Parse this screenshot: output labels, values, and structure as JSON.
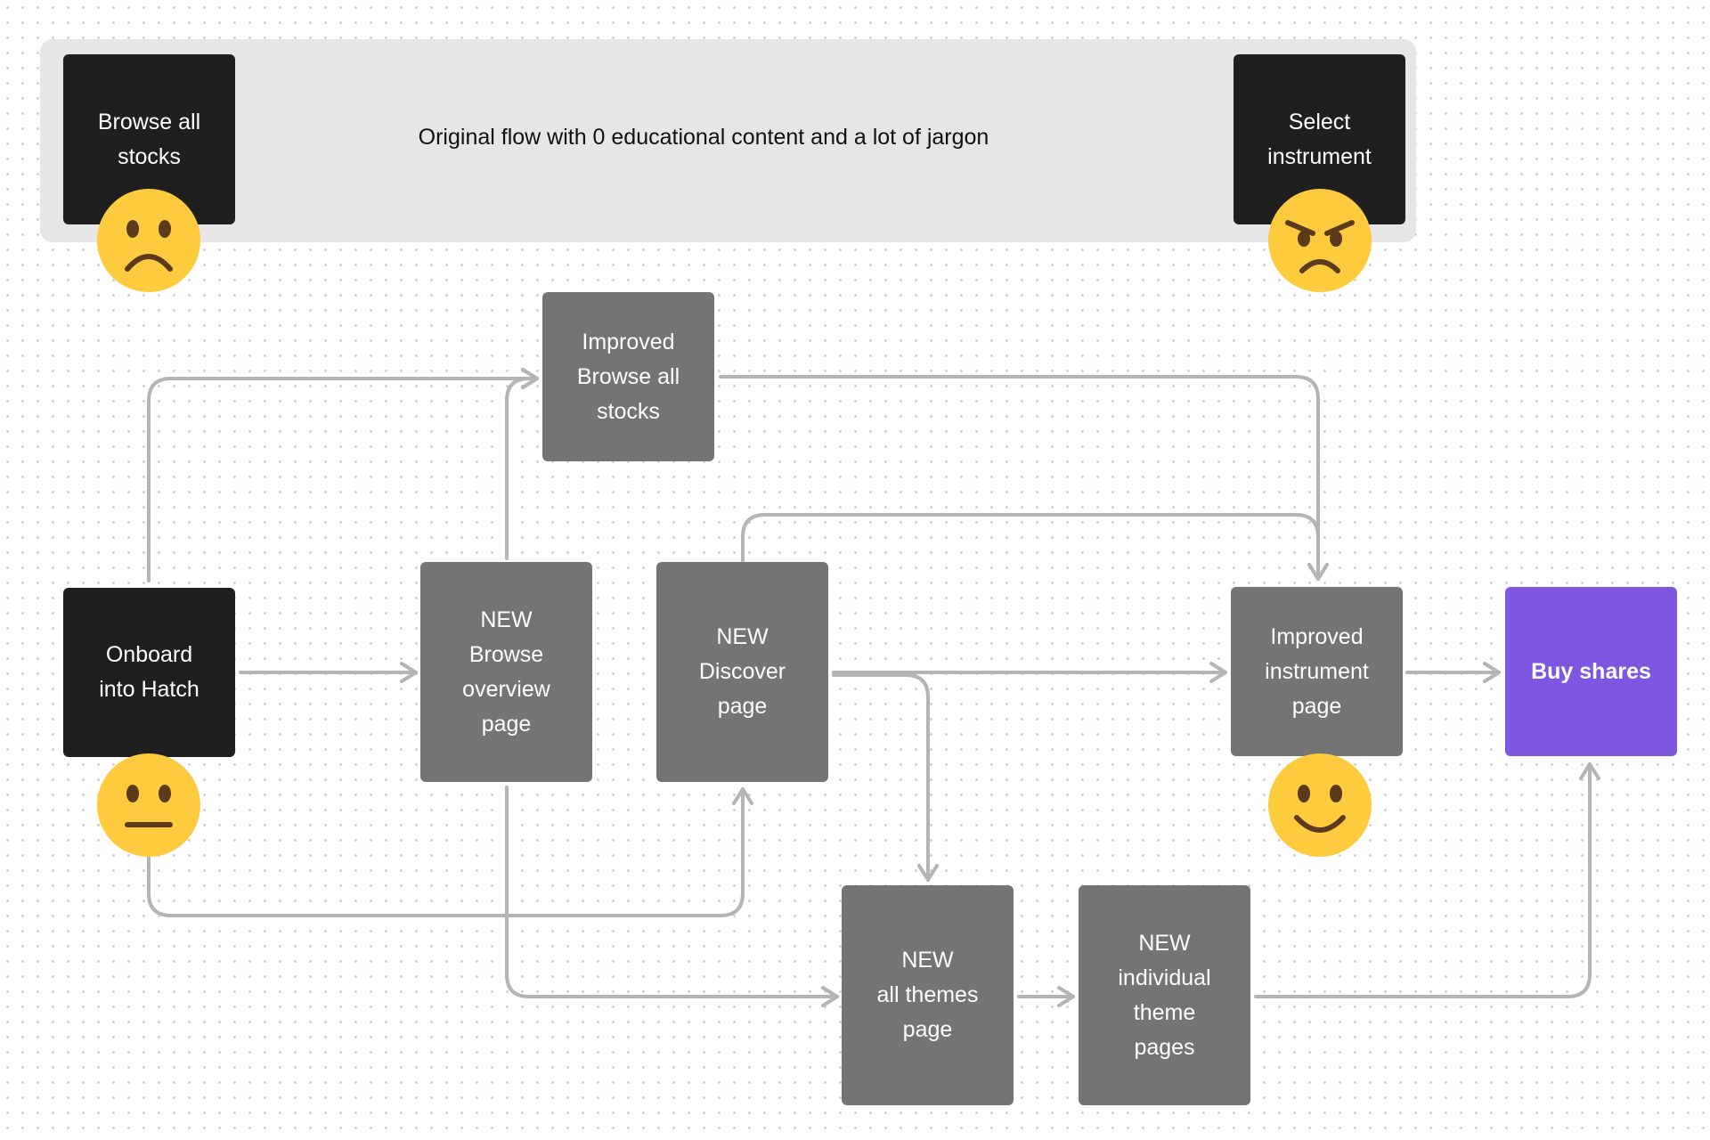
{
  "original_flow": {
    "caption": "Original flow with 0 educational content and a lot of jargon",
    "browse_all_stocks": "Browse all\nstocks",
    "select_instrument": "Select\ninstrument"
  },
  "nodes": {
    "onboard": "Onboard\ninto Hatch",
    "improved_browse": "Improved\nBrowse all\nstocks",
    "new_browse_overview": "NEW\nBrowse\noverview\npage",
    "new_discover": "NEW\nDiscover\npage",
    "improved_instrument": "Improved\ninstrument\npage",
    "buy_shares": "Buy shares",
    "new_all_themes": "NEW\nall themes\npage",
    "new_individual_theme": "NEW\nindividual\ntheme\npages"
  },
  "emojis": {
    "browse_all_stocks": "frowning-face",
    "select_instrument": "angry-face",
    "onboard": "neutral-face",
    "improved_instrument": "smiling-face"
  },
  "colors": {
    "dark_box": "#1f1f1f",
    "grey_box": "#747474",
    "accent_buy": "#7e56e0",
    "emoji_yellow": "#fecb3e",
    "connector": "#b4b4b4",
    "panel": "#e6e6e6"
  }
}
